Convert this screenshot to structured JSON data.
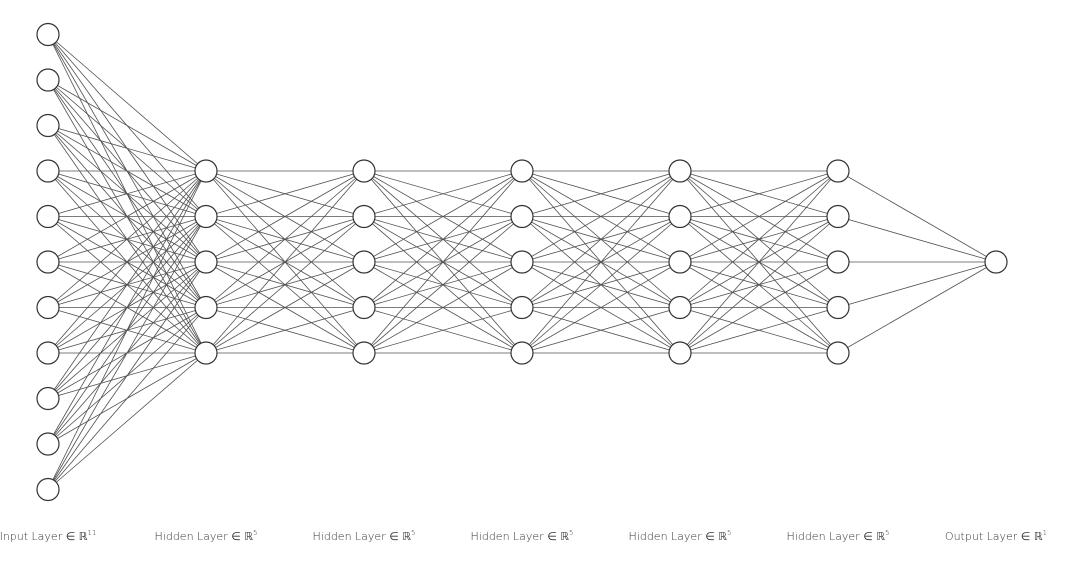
{
  "network": {
    "layers": [
      {
        "size": 11,
        "label": "Input Layer ∈ ℝ",
        "superscript": "11"
      },
      {
        "size": 5,
        "label": "Hidden Layer ∈ ℝ",
        "superscript": "5"
      },
      {
        "size": 5,
        "label": "Hidden Layer ∈ ℝ",
        "superscript": "5"
      },
      {
        "size": 5,
        "label": "Hidden Layer ∈ ℝ",
        "superscript": "5"
      },
      {
        "size": 5,
        "label": "Hidden Layer ∈ ℝ",
        "superscript": "5"
      },
      {
        "size": 5,
        "label": "Hidden Layer ∈ ℝ",
        "superscript": "5"
      },
      {
        "size": 1,
        "label": "Output Layer ∈ ℝ",
        "superscript": "1"
      }
    ],
    "connectivity": "fully-connected"
  },
  "colors": {
    "node_fill": "#ffffff",
    "node_stroke": "#333333",
    "edge": "#505050",
    "text": "#333333"
  }
}
